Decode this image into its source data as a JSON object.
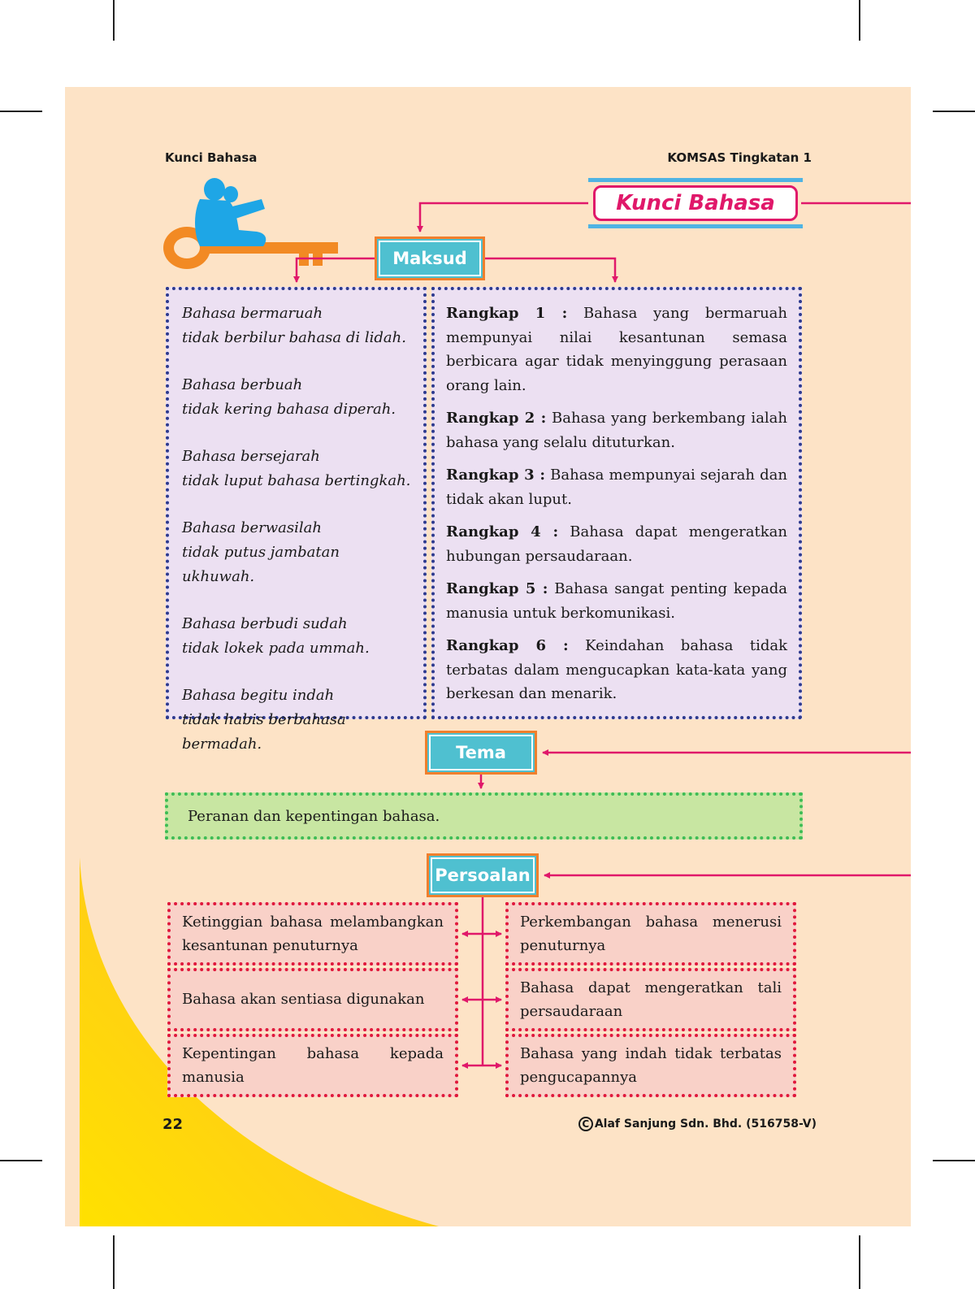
{
  "header": {
    "left": "Kunci Bahasa",
    "right": "KOMSAS Tingkatan 1"
  },
  "title": "Kunci Bahasa",
  "sections": {
    "maksud": "Maksud",
    "tema": "Tema",
    "persoalan": "Persoalan"
  },
  "poem": [
    [
      "Bahasa bermaruah",
      "tidak berbilur bahasa di lidah."
    ],
    [
      "Bahasa berbuah",
      "tidak kering bahasa diperah."
    ],
    [
      "Bahasa bersejarah",
      "tidak luput bahasa bertingkah."
    ],
    [
      "Bahasa berwasilah",
      "tidak putus jambatan ukhuwah."
    ],
    [
      "Bahasa berbudi sudah",
      "tidak lokek pada ummah."
    ],
    [
      "Bahasa begitu indah",
      "tidak habis berbahasa bermadah."
    ]
  ],
  "explanations": [
    {
      "label": "Rangkap 1 :",
      "text": " Bahasa yang bermaruah mempunyai nilai kesantunan semasa berbicara agar tidak menyinggung perasaan orang lain."
    },
    {
      "label": "Rangkap 2 :",
      "text": " Bahasa yang berkembang ialah bahasa yang selalu dituturkan."
    },
    {
      "label": "Rangkap 3 :",
      "text": " Bahasa mempunyai sejarah dan tidak akan luput."
    },
    {
      "label": "Rangkap 4 :",
      "text": " Bahasa dapat mengeratkan hubungan persaudaraan."
    },
    {
      "label": "Rangkap 5 :",
      "text": " Bahasa sangat penting kepada manusia untuk berkomunikasi."
    },
    {
      "label": "Rangkap 6 :",
      "text": " Keindahan bahasa tidak terbatas dalam mengucapkan kata-kata yang berkesan dan menarik."
    }
  ],
  "theme": "Peranan dan kepentingan bahasa.",
  "issues": {
    "left": [
      "Ketinggian bahasa melambangkan kesantunan penuturnya",
      "Bahasa akan sentiasa digunakan",
      "Kepentingan bahasa kepada manusia"
    ],
    "right": [
      "Perkembangan bahasa menerusi penuturnya",
      "Bahasa dapat mengeratkan tali persaudaraan",
      "Bahasa yang indah tidak terbatas pengucapannya"
    ]
  },
  "footer": {
    "page_number": "22",
    "copyright": "Alaf Sanjung Sdn. Bhd. (516758-V)",
    "copyright_symbol": "C"
  },
  "colors": {
    "page_bg": "#fde3c6",
    "magenta": "#e0186a",
    "tag_fill": "#4fc0d0",
    "tag_border": "#f07f2c",
    "box_border": "#2d3a8e",
    "box_fill": "#ece0f2",
    "theme_fill": "#c8e6a2",
    "issue_fill": "#f9d1c8",
    "issue_border": "#e0183b",
    "swoosh": "#ffd21a"
  },
  "illustration": {
    "key_icon": "key-icon",
    "figure_icon": "reading-figure-icon"
  }
}
